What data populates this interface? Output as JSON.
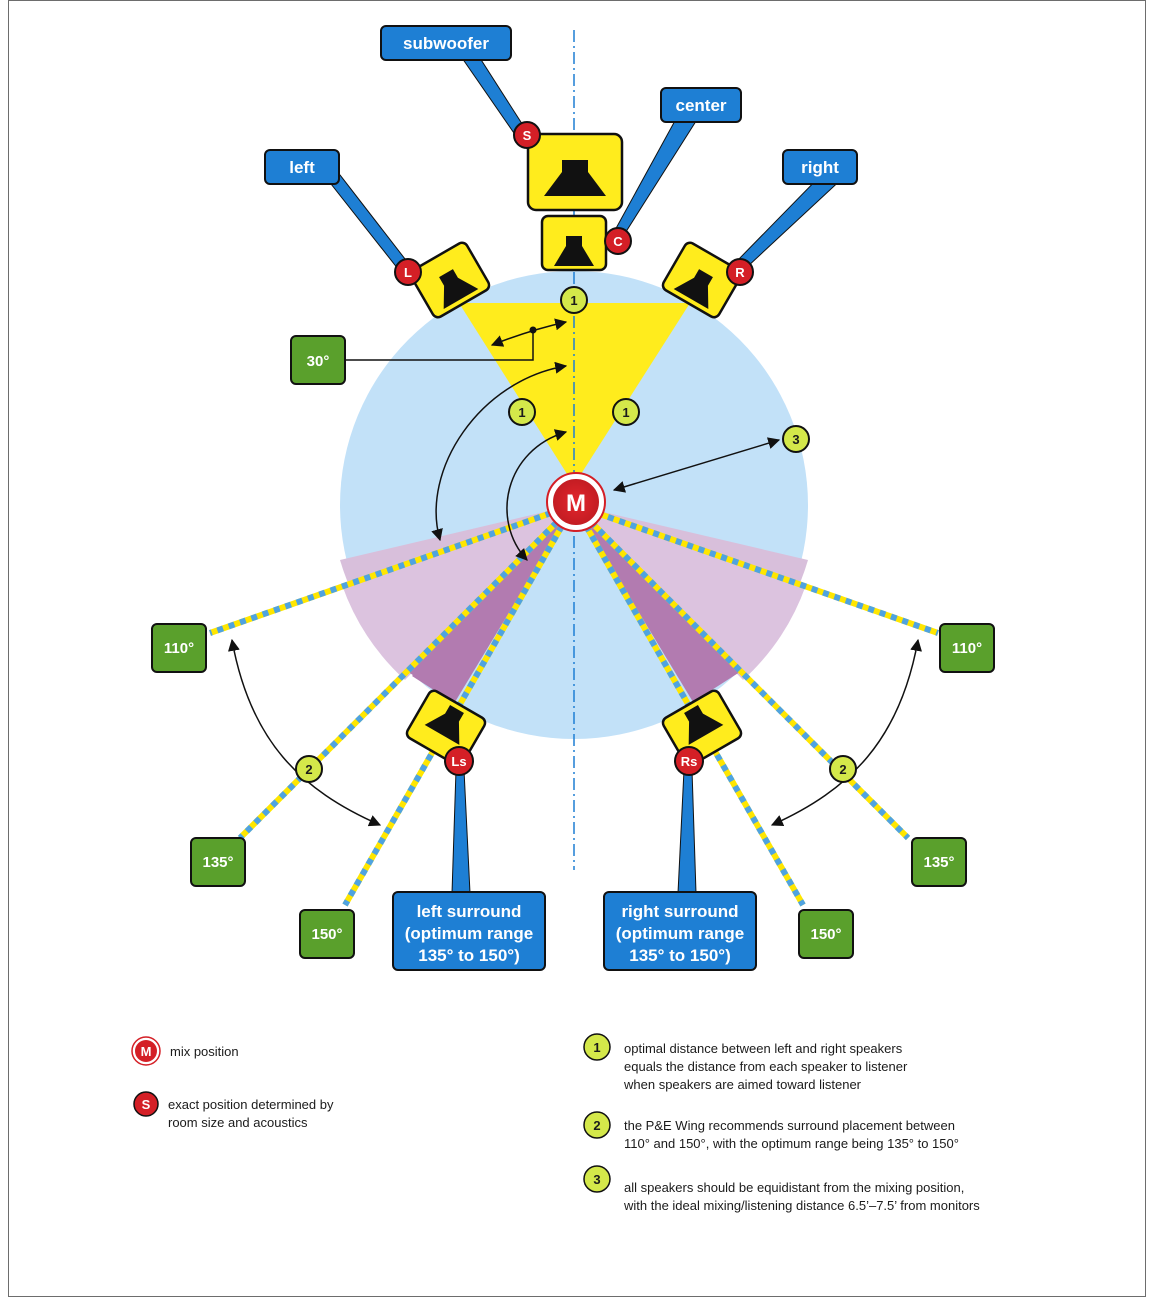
{
  "speakers": {
    "subwoofer": {
      "label": "subwoofer",
      "marker": "S"
    },
    "center": {
      "label": "center",
      "marker": "C"
    },
    "left": {
      "label": "left",
      "marker": "L"
    },
    "right": {
      "label": "right",
      "marker": "R"
    },
    "left_surround": {
      "marker": "Ls",
      "lines": [
        "left surround",
        "(optimum range",
        "135° to 150°)"
      ]
    },
    "right_surround": {
      "marker": "Rs",
      "lines": [
        "right surround",
        "(optimum range",
        "135° to 150°)"
      ]
    }
  },
  "mix_marker": "M",
  "angles": {
    "front": "30°",
    "left_110": "110°",
    "right_110": "110°",
    "left_135": "135°",
    "right_135": "135°",
    "left_150": "150°",
    "right_150": "150°"
  },
  "numbers": {
    "one": "1",
    "two": "2",
    "three": "3"
  },
  "legend": {
    "mix": {
      "marker": "M",
      "text": "mix position"
    },
    "s": {
      "marker": "S",
      "lines": [
        "exact position determined by",
        "room size and acoustics"
      ]
    },
    "n1": {
      "marker": "1",
      "lines": [
        "optimal distance between left and right speakers",
        "equals the distance from each speaker to listener",
        "when speakers are aimed toward listener"
      ]
    },
    "n2": {
      "marker": "2",
      "lines": [
        "the P&E Wing recommends surround placement between",
        "110° and 150°, with the optimum range being 135° to 150°"
      ]
    },
    "n3": {
      "marker": "3",
      "lines": [
        "all speakers should be equidistant from the mixing position,",
        "with the ideal mixing/listening distance 6.5’–7.5’ from monitors"
      ]
    }
  },
  "colors": {
    "label_blue": "#1e7fd4",
    "angle_green": "#5aa02c",
    "circle": "#c2e1f8",
    "triangle": "#ffec1d",
    "sector_light": "#d8bfdb",
    "sector_dark": "#b27bb0",
    "speaker_yellow": "#ffec1d",
    "red": "#d41f26",
    "number_green": "#d4e84a"
  }
}
